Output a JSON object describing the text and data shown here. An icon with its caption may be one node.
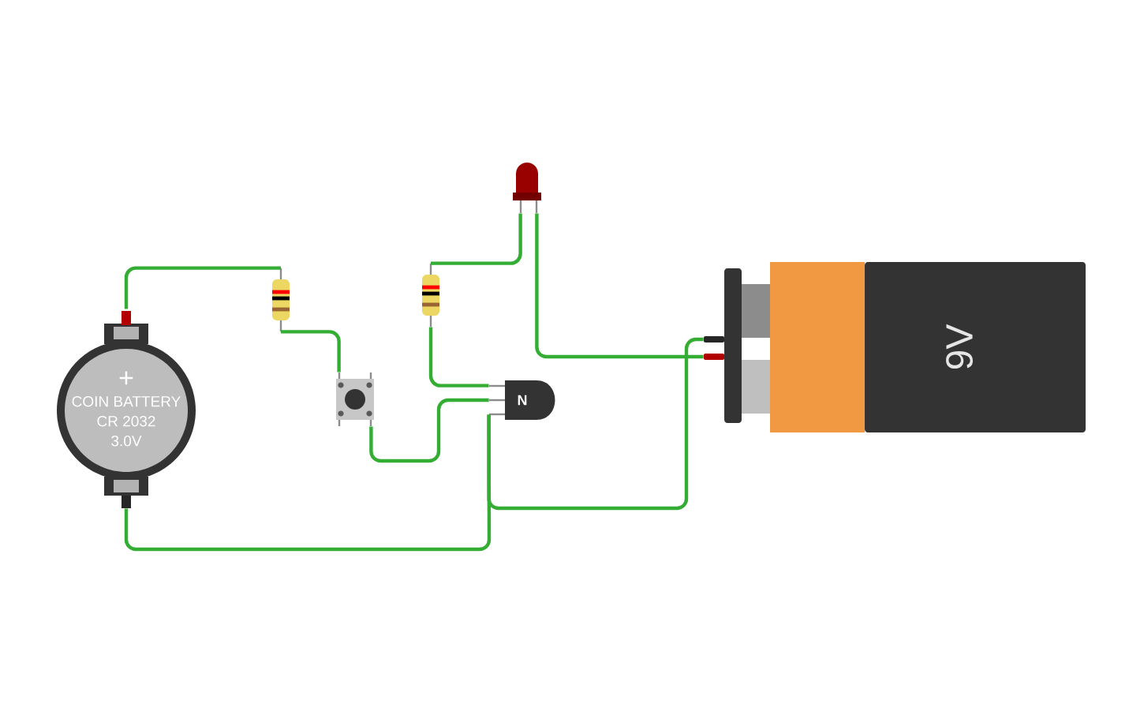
{
  "diagram": {
    "nodes": [
      {
        "text": [
          "+",
          "COIN BATTERY",
          "CR 2032",
          "3.0V"
        ]
      },
      {
        "text": [],
        "shape": "resistor"
      },
      {
        "text": [],
        "shape": "pushbutton"
      },
      {
        "text": [],
        "shape": "resistor"
      },
      {
        "text": [],
        "shape": "led"
      },
      {
        "text": [
          "N"
        ]
      },
      {
        "text": [
          "9V"
        ]
      }
    ],
    "edges": [
      {
        "from": 0,
        "to": 1,
        "arrow": "none"
      },
      {
        "from": 1,
        "to": 2,
        "arrow": "none"
      },
      {
        "from": 2,
        "to": 5,
        "arrow": "none"
      },
      {
        "from": 3,
        "to": 5,
        "arrow": "none"
      },
      {
        "from": 3,
        "to": 4,
        "arrow": "none"
      },
      {
        "from": 4,
        "to": 6,
        "arrow": "none"
      },
      {
        "from": 5,
        "to": 6,
        "arrow": "none"
      },
      {
        "from": 0,
        "to": 5,
        "arrow": "none"
      }
    ]
  }
}
